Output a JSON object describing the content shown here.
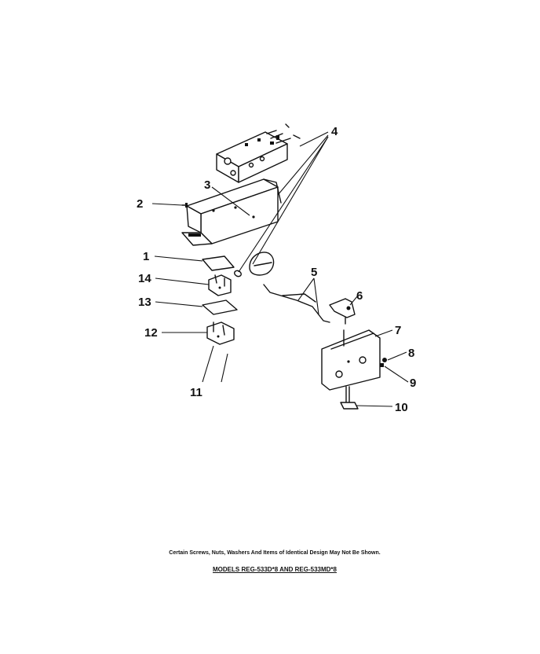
{
  "callouts": [
    "1",
    "2",
    "3",
    "4",
    "5",
    "6",
    "7",
    "8",
    "9",
    "10",
    "11",
    "12",
    "13",
    "14"
  ],
  "footer": {
    "note": "Certain Screws, Nuts, Washers And Items of Identical Design May Not Be Shown.",
    "models": "MODELS REG-533D*8 AND REG-533MD*8"
  }
}
